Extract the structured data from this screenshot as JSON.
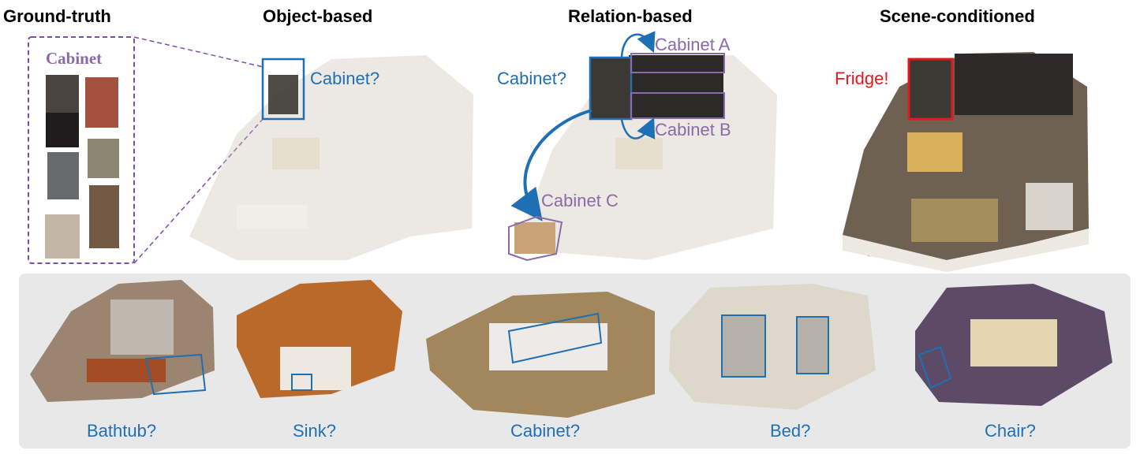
{
  "titles": {
    "ground_truth": "Ground-truth",
    "object_based": "Object-based",
    "relation_based": "Relation-based",
    "scene_conditioned": "Scene-conditioned"
  },
  "ground_truth_panel": {
    "label": "Cabinet"
  },
  "object_based": {
    "query": "Cabinet?"
  },
  "relation_based": {
    "query": "Cabinet?",
    "neighbors": [
      "Cabinet A",
      "Cabinet B",
      "Cabinet C"
    ]
  },
  "scene_conditioned": {
    "answer": "Fridge!"
  },
  "bottom_examples": [
    "Bathtub?",
    "Sink?",
    "Cabinet?",
    "Bed?",
    "Chair?"
  ],
  "colors": {
    "query_blue": "#1f6fb5",
    "neighbor_purple": "#8a6aa8",
    "answer_red": "#e0191f",
    "bottom_panel_gray": "#e8e8e8"
  }
}
